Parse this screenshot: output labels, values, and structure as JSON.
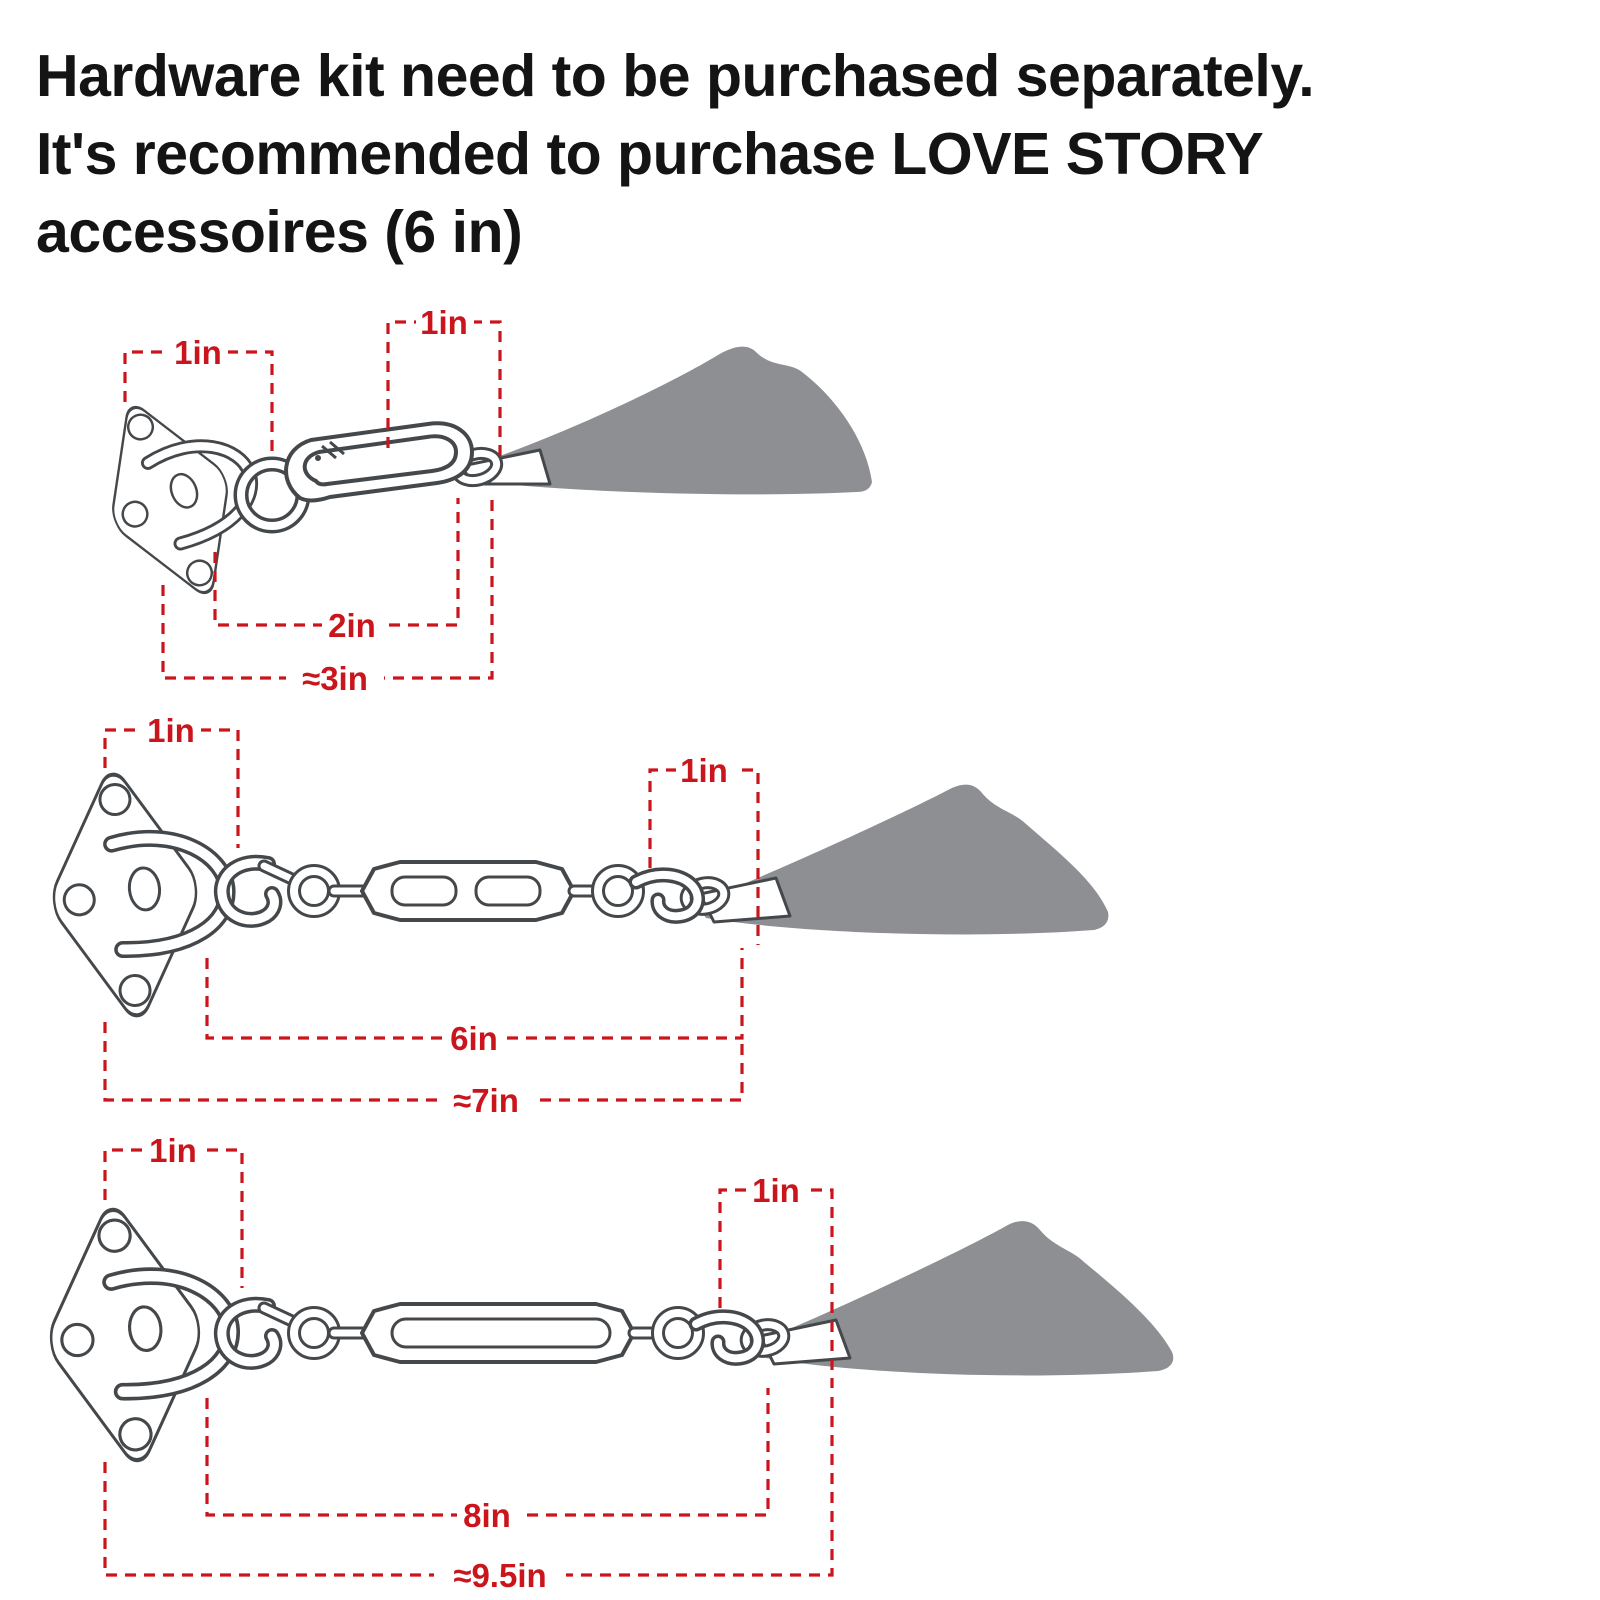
{
  "title": {
    "line1": "Hardware kit need to be purchased separately.",
    "line2": "It's recommended to purchase LOVE STORY",
    "line3": "accessoires (6 in)"
  },
  "colors": {
    "dimension": "#c9151b",
    "sail": "#8d8f92",
    "outline": "#45484b"
  },
  "diagrams": [
    {
      "id": "carabiner-kit",
      "dims": {
        "pad": "1in",
        "hook": "1in",
        "middle": "2in",
        "total": "≈3in"
      }
    },
    {
      "id": "turnbuckle-6in-kit",
      "dims": {
        "pad": "1in",
        "hook": "1in",
        "middle": "6in",
        "total": "≈7in"
      }
    },
    {
      "id": "turnbuckle-8in-kit",
      "dims": {
        "pad": "1in",
        "hook": "1in",
        "middle": "8in",
        "total": "≈9.5in"
      }
    }
  ]
}
